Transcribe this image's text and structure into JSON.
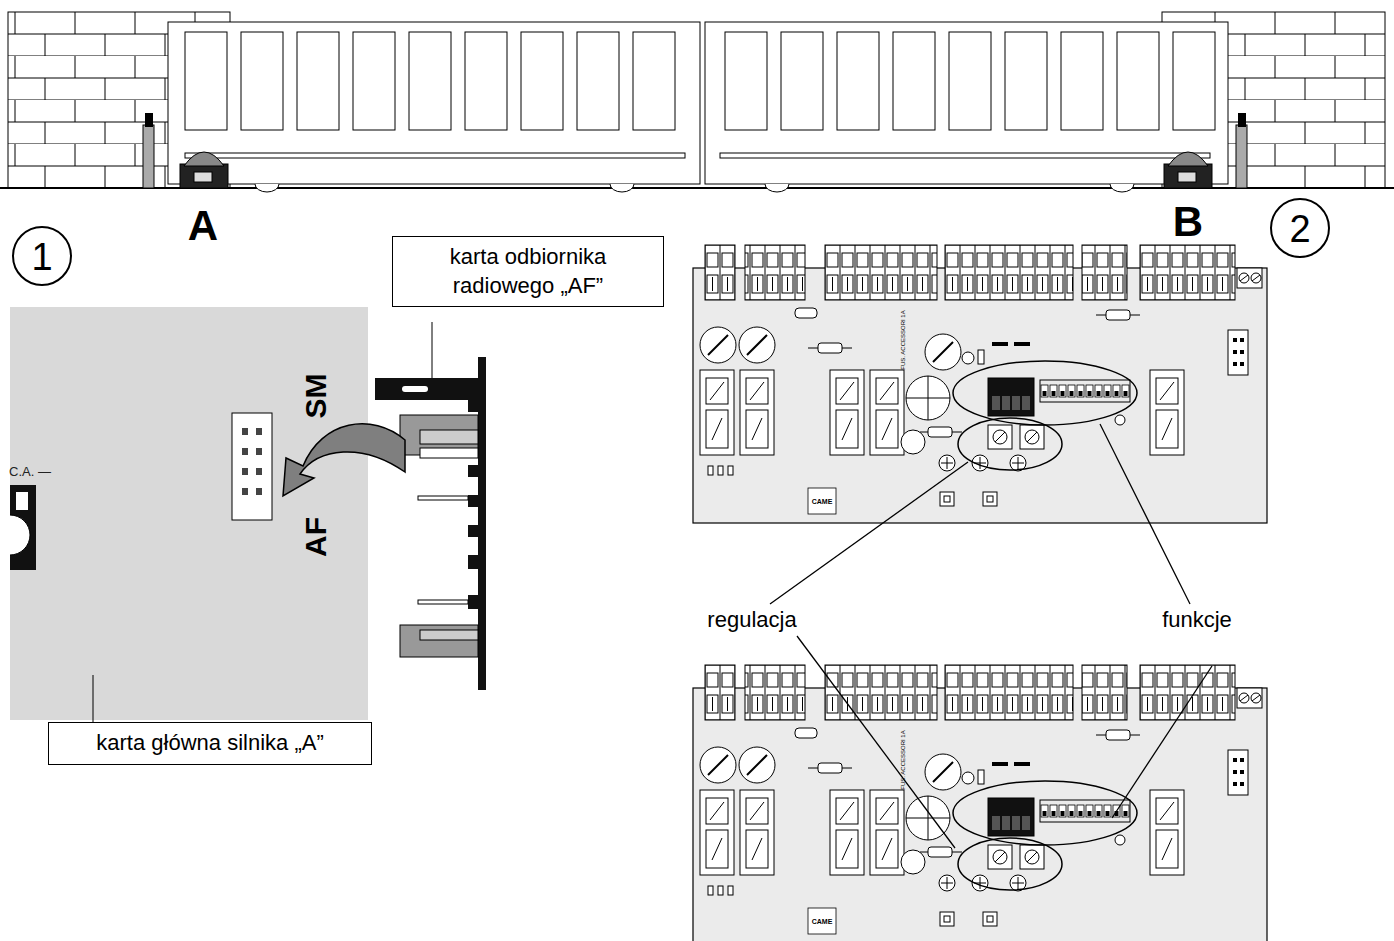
{
  "diagram": {
    "nodes": [
      {
        "text": [
          "karta odbiornika radiowego „AF”"
        ]
      },
      {
        "text": [
          "karta główna silnika „A”"
        ]
      }
    ],
    "labels": [
      "A",
      "B",
      "1",
      "2",
      "C.A. —",
      "AF",
      "SM",
      "regulacja",
      "funkcje",
      "FUS. ACCESSORI 1A",
      "CAME",
      "FUS. ACCESSORI 1A",
      "CAME"
    ]
  }
}
